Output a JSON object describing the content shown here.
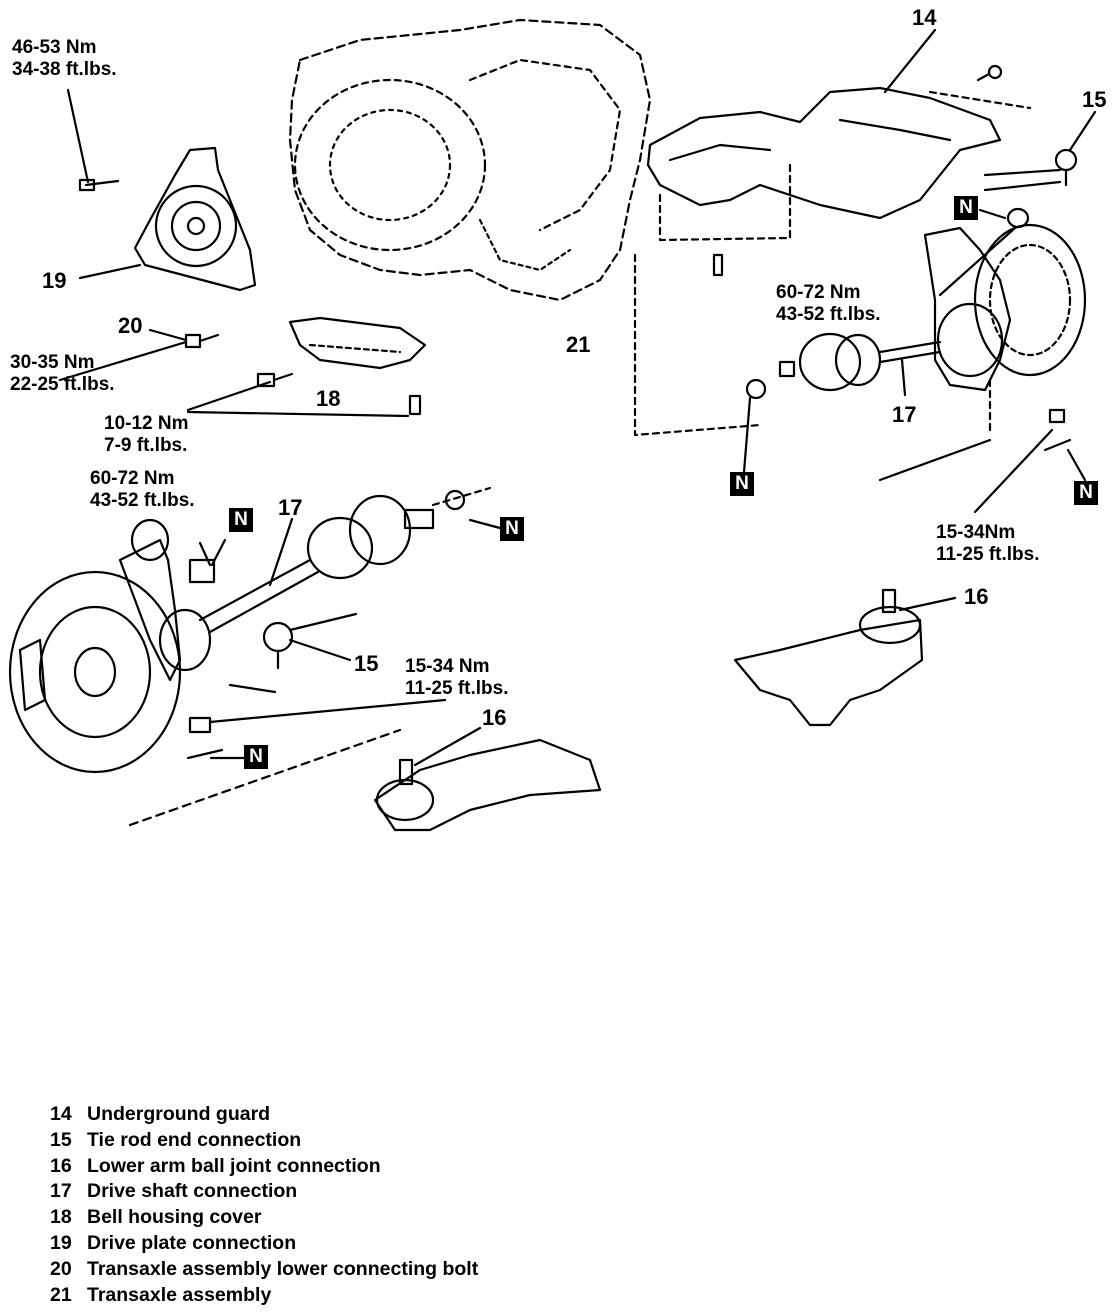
{
  "torques": {
    "t19_nm": "46-53 Nm",
    "t19_ft": "34-38 ft.lbs.",
    "t20_nm": "30-35 Nm",
    "t20_ft": "22-25 ft.lbs.",
    "t18_nm": "10-12 Nm",
    "t18_ft": "7-9 ft.lbs.",
    "t17l_nm": "60-72 Nm",
    "t17l_ft": "43-52 ft.lbs.",
    "t17r_nm": "60-72 Nm",
    "t17r_ft": "43-52 ft.lbs.",
    "t16l_nm": "15-34 Nm",
    "t16l_ft": "11-25 ft.lbs.",
    "t16r_nm": "15-34Nm",
    "t16r_ft": "11-25 ft.lbs."
  },
  "callouts": {
    "c14": "14",
    "c15r": "15",
    "c19": "19",
    "c20": "20",
    "c21": "21",
    "c18": "18",
    "c17r": "17",
    "c17l": "17",
    "c15l": "15",
    "c16l": "16",
    "c16r": "16"
  },
  "new_part_marker": "N",
  "legend": [
    {
      "number": "14",
      "label": "Underground guard"
    },
    {
      "number": "15",
      "label": "Tie rod end connection"
    },
    {
      "number": "16",
      "label": "Lower arm ball joint connection"
    },
    {
      "number": "17",
      "label": "Drive shaft connection"
    },
    {
      "number": "18",
      "label": "Bell housing cover"
    },
    {
      "number": "19",
      "label": "Drive plate connection"
    },
    {
      "number": "20",
      "label": "Transaxle assembly lower connecting bolt"
    },
    {
      "number": "21",
      "label": "Transaxle assembly"
    }
  ]
}
